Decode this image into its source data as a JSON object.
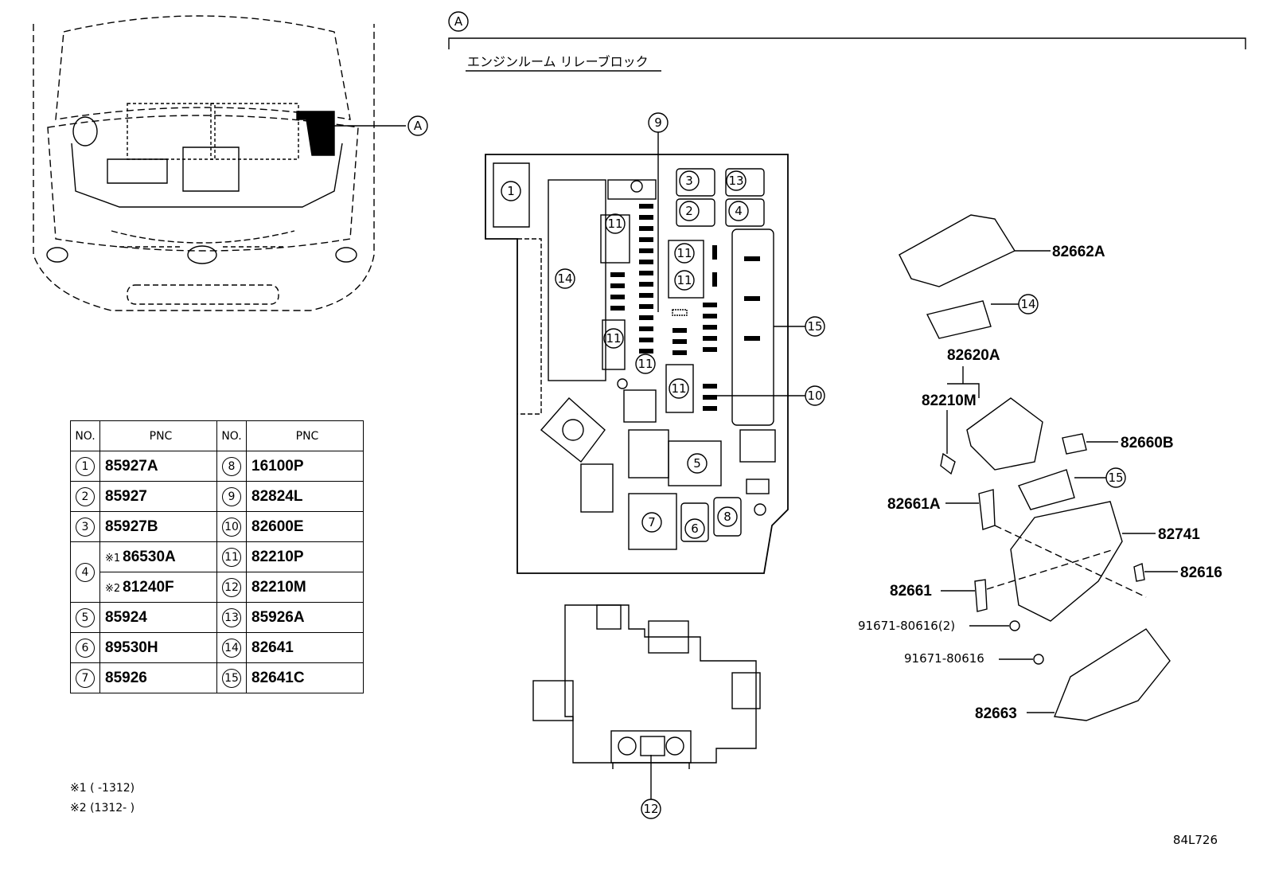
{
  "section": {
    "marker": "A",
    "title": "エンジンルーム リレーブロック"
  },
  "car_callout": "A",
  "table": {
    "headers": [
      "NO.",
      "PNC",
      "NO.",
      "PNC"
    ],
    "rows": [
      {
        "no_l": "1",
        "pnc_l": "85927A",
        "no_r": "8",
        "pnc_r": "16100P"
      },
      {
        "no_l": "2",
        "pnc_l": "85927",
        "no_r": "9",
        "pnc_r": "82824L"
      },
      {
        "no_l": "3",
        "pnc_l": "85927B",
        "no_r": "10",
        "pnc_r": "82600E"
      },
      {
        "no_l": "4",
        "mark_a": "※1",
        "pnc_a": "86530A",
        "mark_b": "※2",
        "pnc_b": "81240F",
        "no_r": "11",
        "pnc_r": "82210P",
        "no_r2": "12",
        "pnc_r2": "82210M"
      },
      {
        "no_l": "5",
        "pnc_l": "85924",
        "no_r": "13",
        "pnc_r": "85926A"
      },
      {
        "no_l": "6",
        "pnc_l": "89530H",
        "no_r": "14",
        "pnc_r": "82641"
      },
      {
        "no_l": "7",
        "pnc_l": "85926",
        "no_r": "15",
        "pnc_r": "82641C"
      }
    ]
  },
  "footnotes": [
    "※1 (       -1312)",
    "※2 (1312-       )"
  ],
  "drawing_code": "84L726",
  "block_callouts": {
    "c1": "1",
    "c2": "2",
    "c3": "3",
    "c4": "4",
    "c5": "5",
    "c6": "6",
    "c7": "7",
    "c8": "8",
    "c9": "9",
    "c10": "10",
    "c11": "11",
    "c12": "12",
    "c13": "13",
    "c14": "14",
    "c15": "15"
  },
  "exploded_labels": {
    "l82662A": "82662A",
    "l82620A": "82620A",
    "l82210M": "82210M",
    "l82660B": "82660B",
    "l82661A": "82661A",
    "l82741": "82741",
    "l82661": "82661",
    "l82616": "82616",
    "l91671a": "91671-80616(2)",
    "l91671b": "91671-80616",
    "l82663": "82663",
    "c14": "14",
    "c15": "15"
  }
}
